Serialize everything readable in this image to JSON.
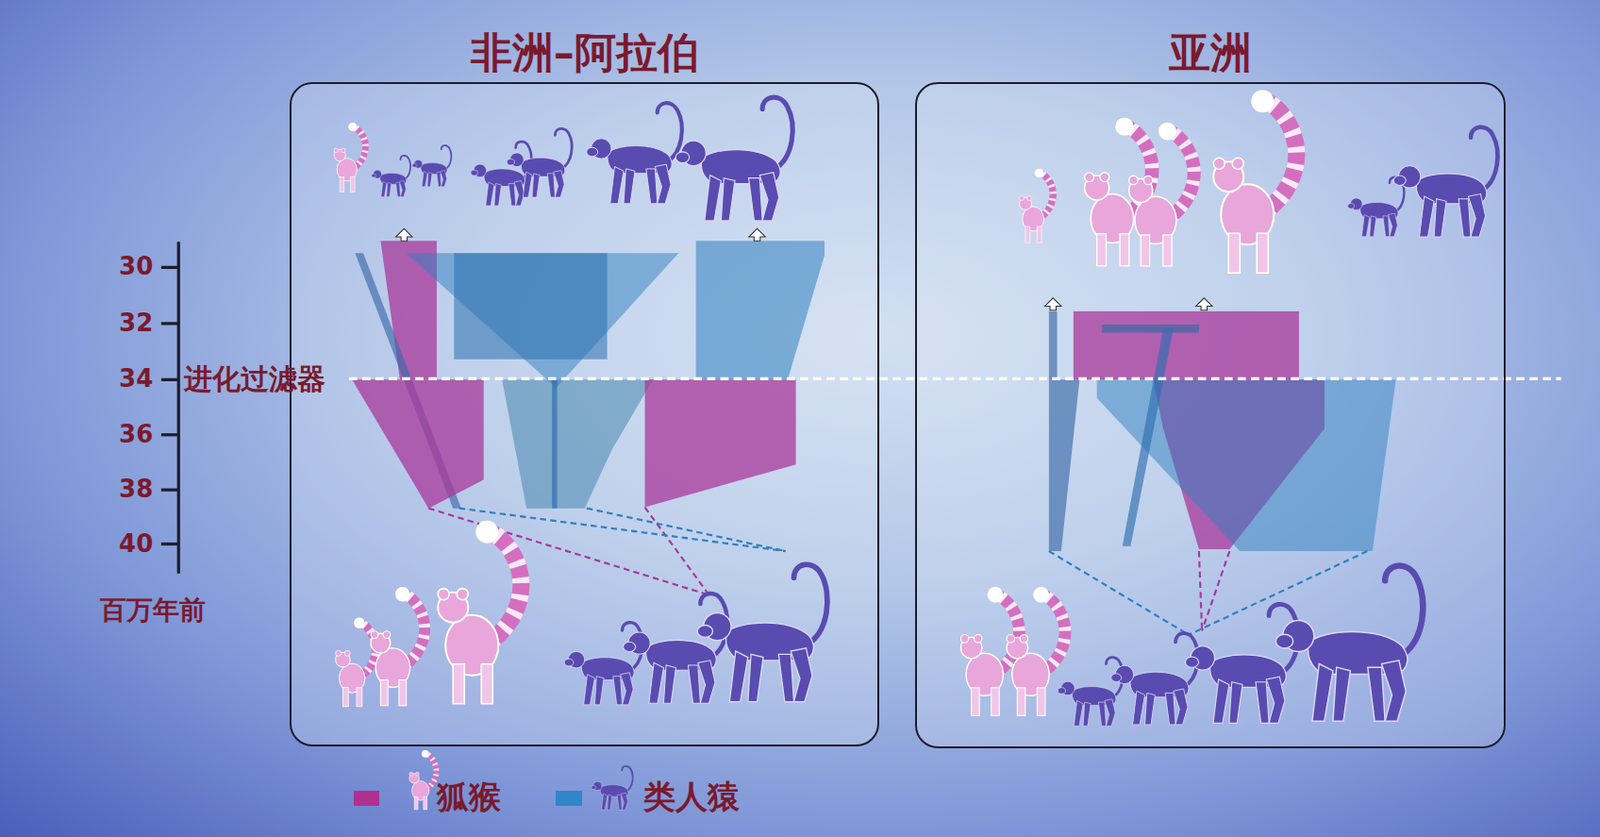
{
  "diagram": {
    "nodes": [
      {
        "text": [
          "非洲–阿拉伯"
        ]
      },
      {
        "text": [
          "亚洲"
        ]
      }
    ],
    "labels": [
      "30",
      "32",
      "34",
      "36",
      "38",
      "40",
      "进化过滤器",
      "百万年前"
    ],
    "legend": [
      {
        "text": "狐猴",
        "color": "#b0308f"
      },
      {
        "text": "类人猿",
        "color": "#2f86c8"
      }
    ]
  }
}
